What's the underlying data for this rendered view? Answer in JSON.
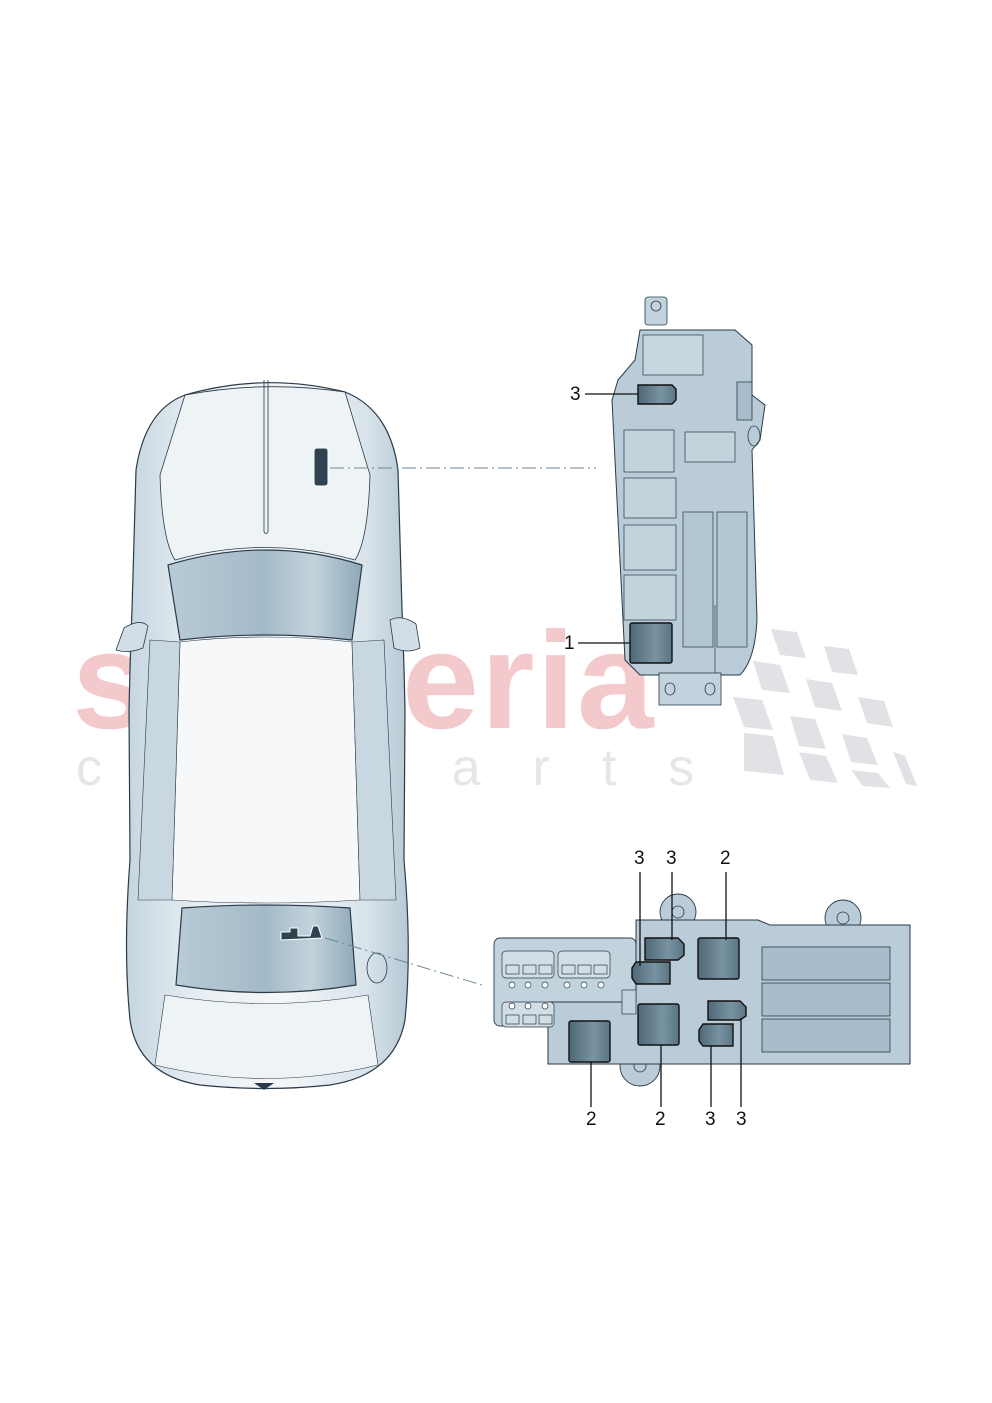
{
  "diagram": {
    "title": "",
    "subject": "Vehicle top view with relay/fuse carrier locations",
    "watermark": {
      "brand": "scuderia",
      "tagline": "car parts",
      "brand_color": "#f4c9cc",
      "tagline_color": "#e6e6ea",
      "checker_color": "#e2e2e6"
    },
    "colors": {
      "car_body": "#dde8ef",
      "car_outline": "#2a3a48",
      "glass": "#a9bfcc",
      "module_fill": "#b9ccd8",
      "relay_fill": "#5f7a8a",
      "leader_line": "#6d8796"
    },
    "front_carrier": {
      "name": "Front relay carrier (luggage compartment)",
      "callouts": [
        {
          "label": "3",
          "part": "relay (small)"
        },
        {
          "label": "1",
          "part": "relay (large)"
        }
      ]
    },
    "rear_carrier": {
      "name": "Rear relay/fuse carrier (engine compartment)",
      "callouts_top": [
        {
          "label": "3",
          "part": "relay (small)"
        },
        {
          "label": "3",
          "part": "relay (small)"
        },
        {
          "label": "2",
          "part": "relay (medium)"
        }
      ],
      "callouts_bottom": [
        {
          "label": "2",
          "part": "relay (medium)"
        },
        {
          "label": "2",
          "part": "relay (medium)"
        },
        {
          "label": "3",
          "part": "relay (small)"
        },
        {
          "label": "3",
          "part": "relay (small)"
        }
      ]
    }
  }
}
